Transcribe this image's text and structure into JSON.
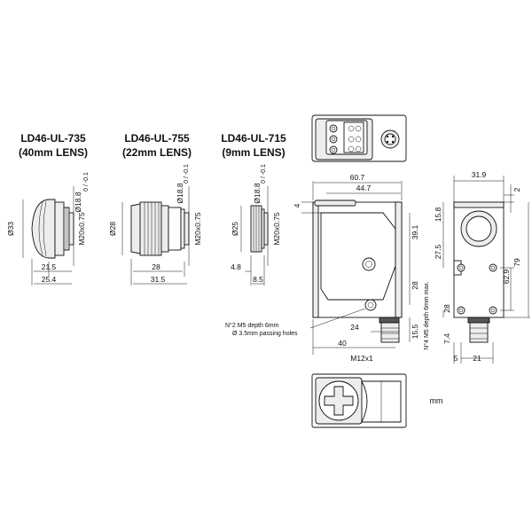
{
  "lens_variants": [
    {
      "model": "LD46-UL-735",
      "lens": "(40mm LENS)"
    },
    {
      "model": "LD46-UL-755",
      "lens": "(22mm LENS)"
    },
    {
      "model": "LD46-UL-715",
      "lens": "(9mm LENS)"
    }
  ],
  "lens_dims": {
    "l735": {
      "dia": "Ø33",
      "bore": "Ø18.8",
      "tol": "0 / -0.1",
      "thread": "M20x0.75",
      "a": "21.5",
      "b": "25.4"
    },
    "l755": {
      "dia": "Ø28",
      "bore": "Ø18.8",
      "tol": "0 / -0.1",
      "thread": "M20x0.75",
      "a": "28",
      "b": "31.5"
    },
    "l715": {
      "dia": "Ø25",
      "bore": "Ø18.8",
      "tol": "0 / -0.1",
      "thread": "M20x0.75",
      "a": "4.8",
      "b": "8.5"
    }
  },
  "front_dims": {
    "w_total": "60.7",
    "w_body": "44.7",
    "top_off": "4",
    "h_right": "39.1",
    "h_bottom": "28",
    "h_conn": "15.5",
    "w_24": "24",
    "w_40": "40",
    "conn": "M12x1"
  },
  "side_dims": {
    "w_total": "31.9",
    "top": "2",
    "h_158": "15.8",
    "h_275": "27.5",
    "h_79": "79",
    "h_629": "62.9",
    "h_28": "28",
    "h_74": "7.4",
    "w_5": "5",
    "w_21": "21"
  },
  "notes": {
    "front_holes": "N°2 M5 depth 6mm",
    "front_holes2": "Ø 3.5mm passing holes",
    "side_holes": "N°4 M5 depth 6mm max."
  },
  "unit": "mm"
}
